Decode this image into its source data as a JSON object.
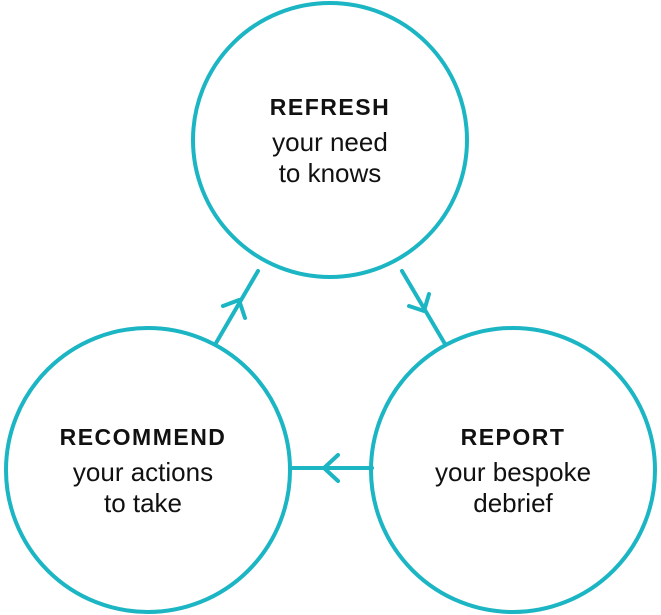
{
  "colors": {
    "accent": "#1BB5C4",
    "text": "#111111",
    "background": "#ffffff"
  },
  "nodes": [
    {
      "id": "refresh",
      "title": "REFRESH",
      "line1": "your need",
      "line2": "to knows"
    },
    {
      "id": "report",
      "title": "REPORT",
      "line1": "your bespoke",
      "line2": "debrief"
    },
    {
      "id": "recommend",
      "title": "RECOMMEND",
      "line1": "your actions",
      "line2": "to take"
    }
  ],
  "edges": [
    {
      "from": "refresh",
      "to": "report",
      "icon": "arrow-down-right-icon"
    },
    {
      "from": "report",
      "to": "recommend",
      "icon": "arrow-left-icon"
    },
    {
      "from": "recommend",
      "to": "refresh",
      "icon": "arrow-up-right-icon"
    }
  ]
}
